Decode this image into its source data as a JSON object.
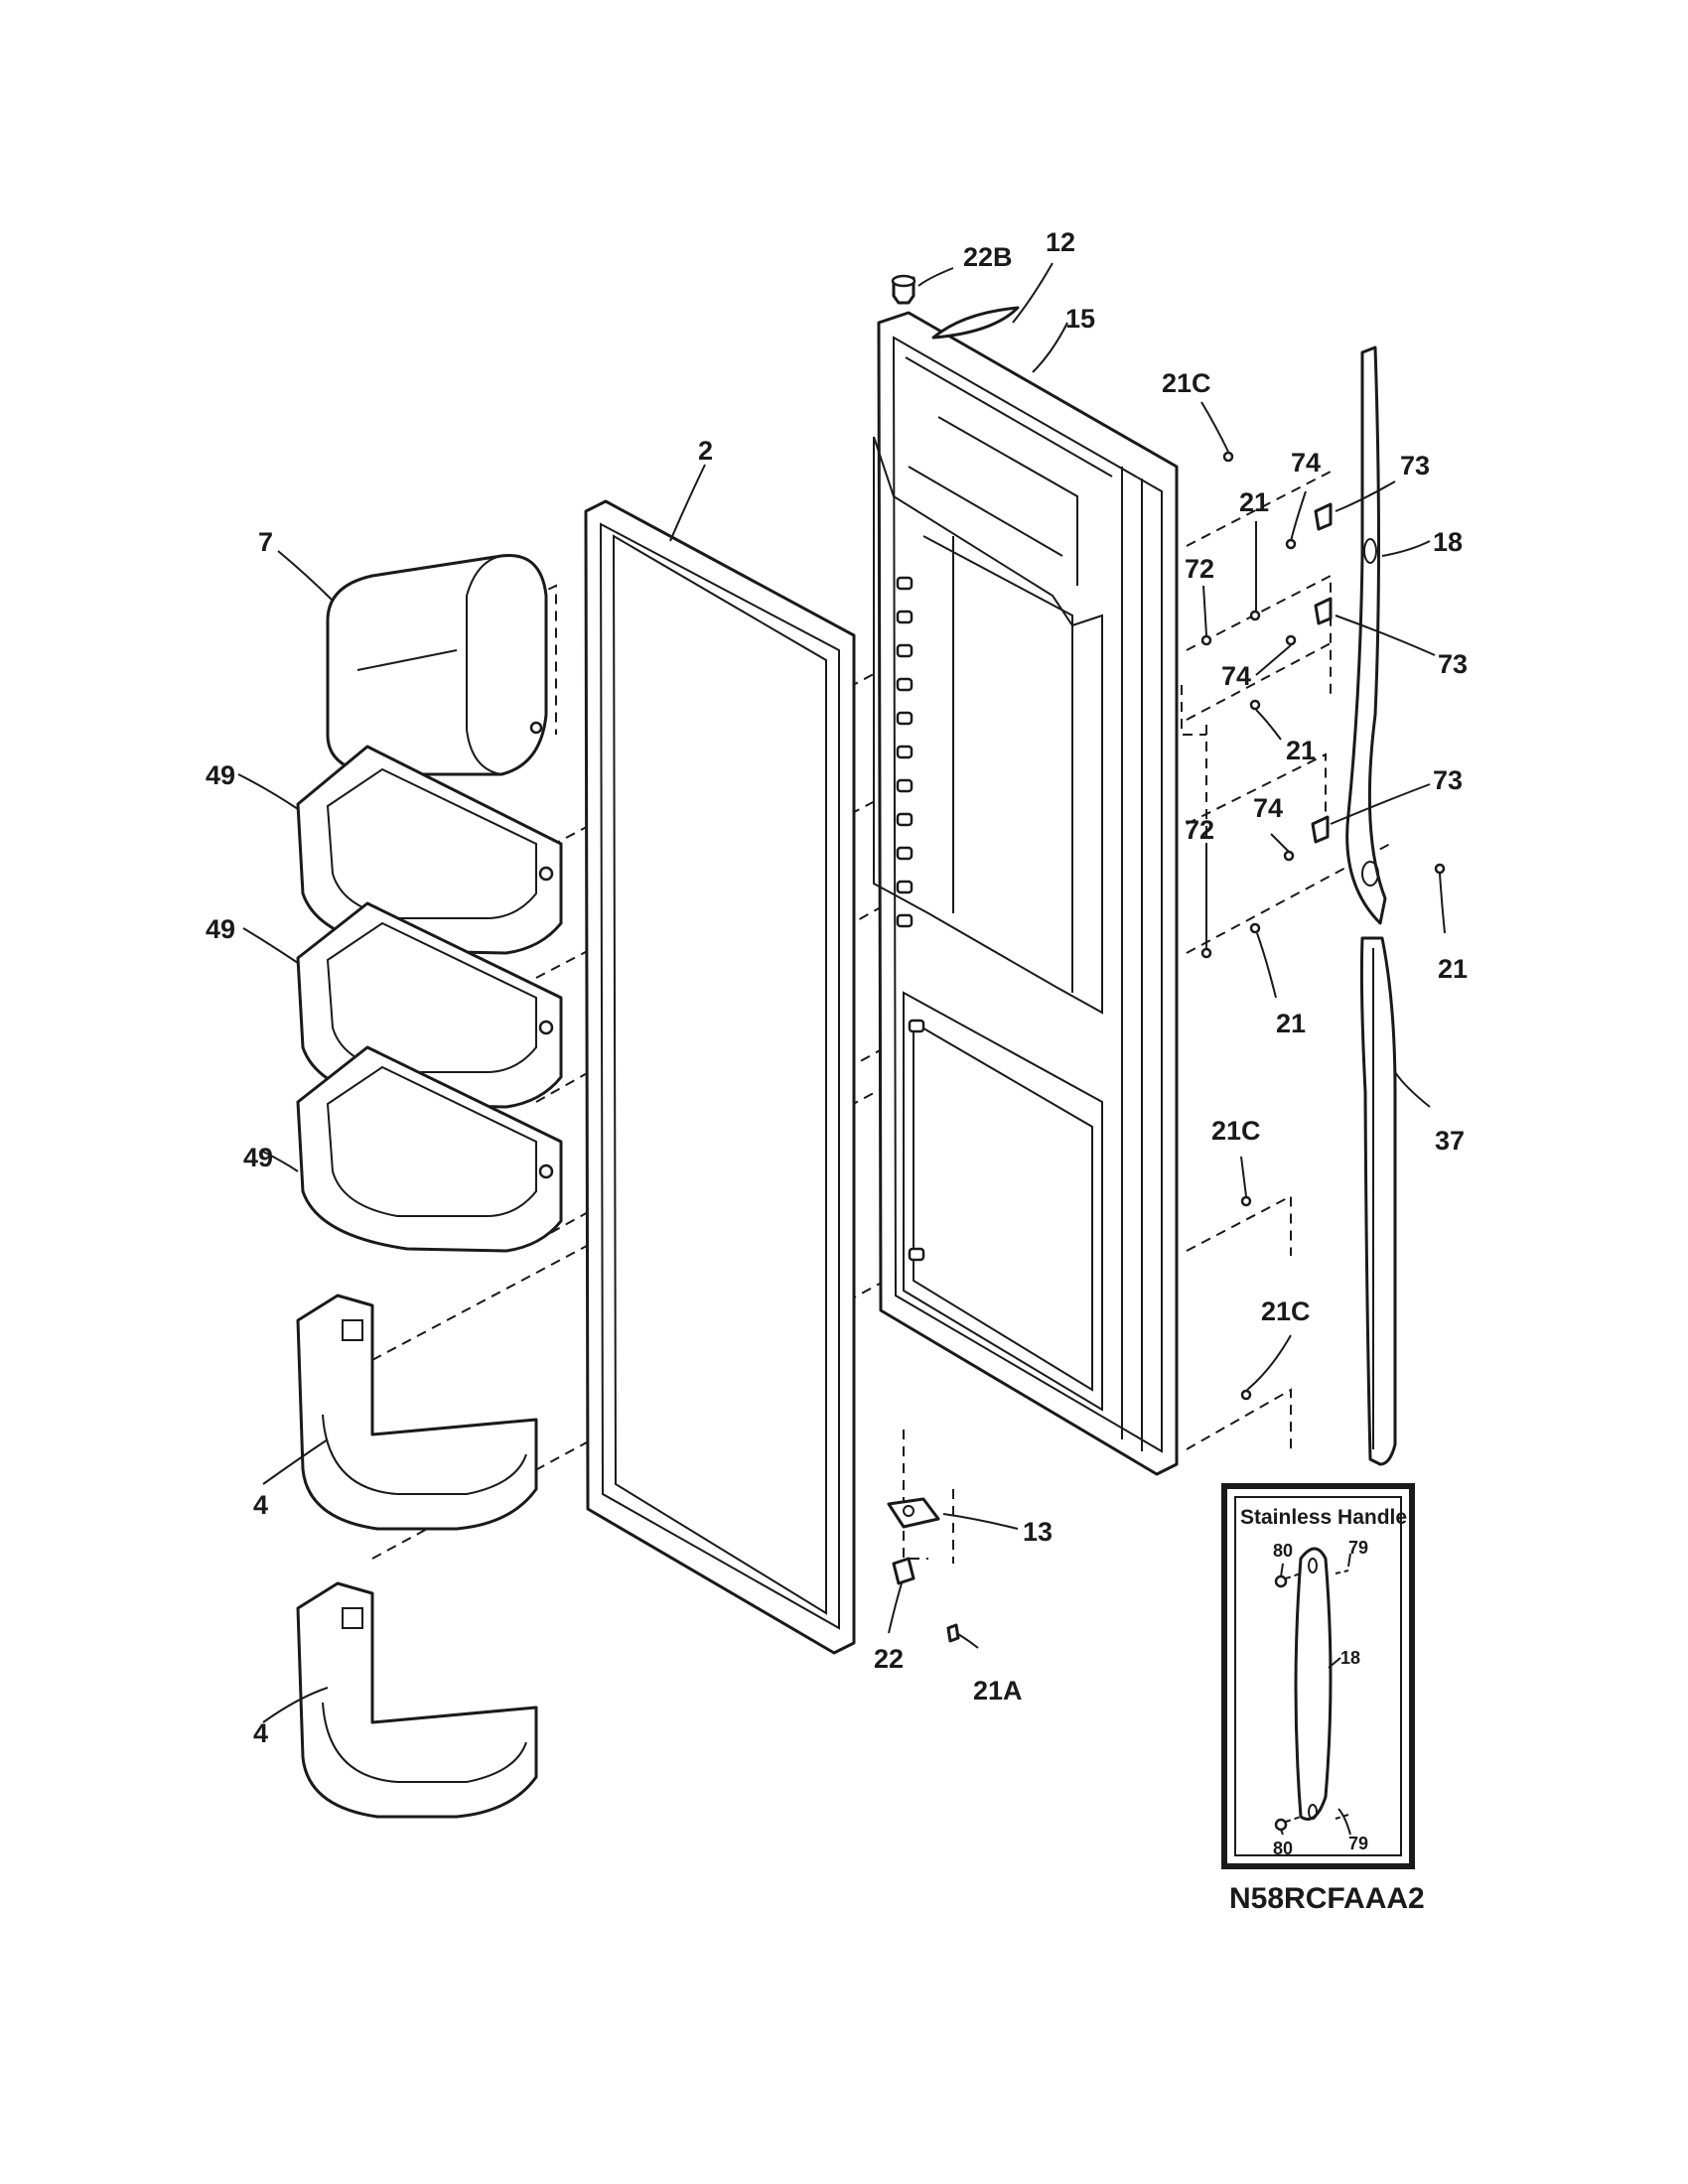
{
  "callouts": {
    "c22B": "22B",
    "c12": "12",
    "c15": "15",
    "c21C_top": "21C",
    "c2": "2",
    "c74_a": "74",
    "c73_a": "73",
    "c21_a": "21",
    "c7": "7",
    "c18": "18",
    "c72_a": "72",
    "c74_b": "74",
    "c73_b": "73",
    "c21_b": "21",
    "c49_a": "49",
    "c74_c": "74",
    "c73_c": "73",
    "c72_b": "72",
    "c49_b": "49",
    "c21_c": "21",
    "c21_d": "21",
    "c37": "37",
    "c49_c": "49",
    "c21C_mid": "21C",
    "c21C_low": "21C",
    "c4_a": "4",
    "c13": "13",
    "c22": "22",
    "c21A": "21A",
    "c4_b": "4"
  },
  "inset": {
    "title": "Stainless Handle",
    "c80_top": "80",
    "c79_top": "79",
    "c18": "18",
    "c80_bot": "80",
    "c79_bot": "79"
  },
  "model_number": "N58RCFAAA2"
}
